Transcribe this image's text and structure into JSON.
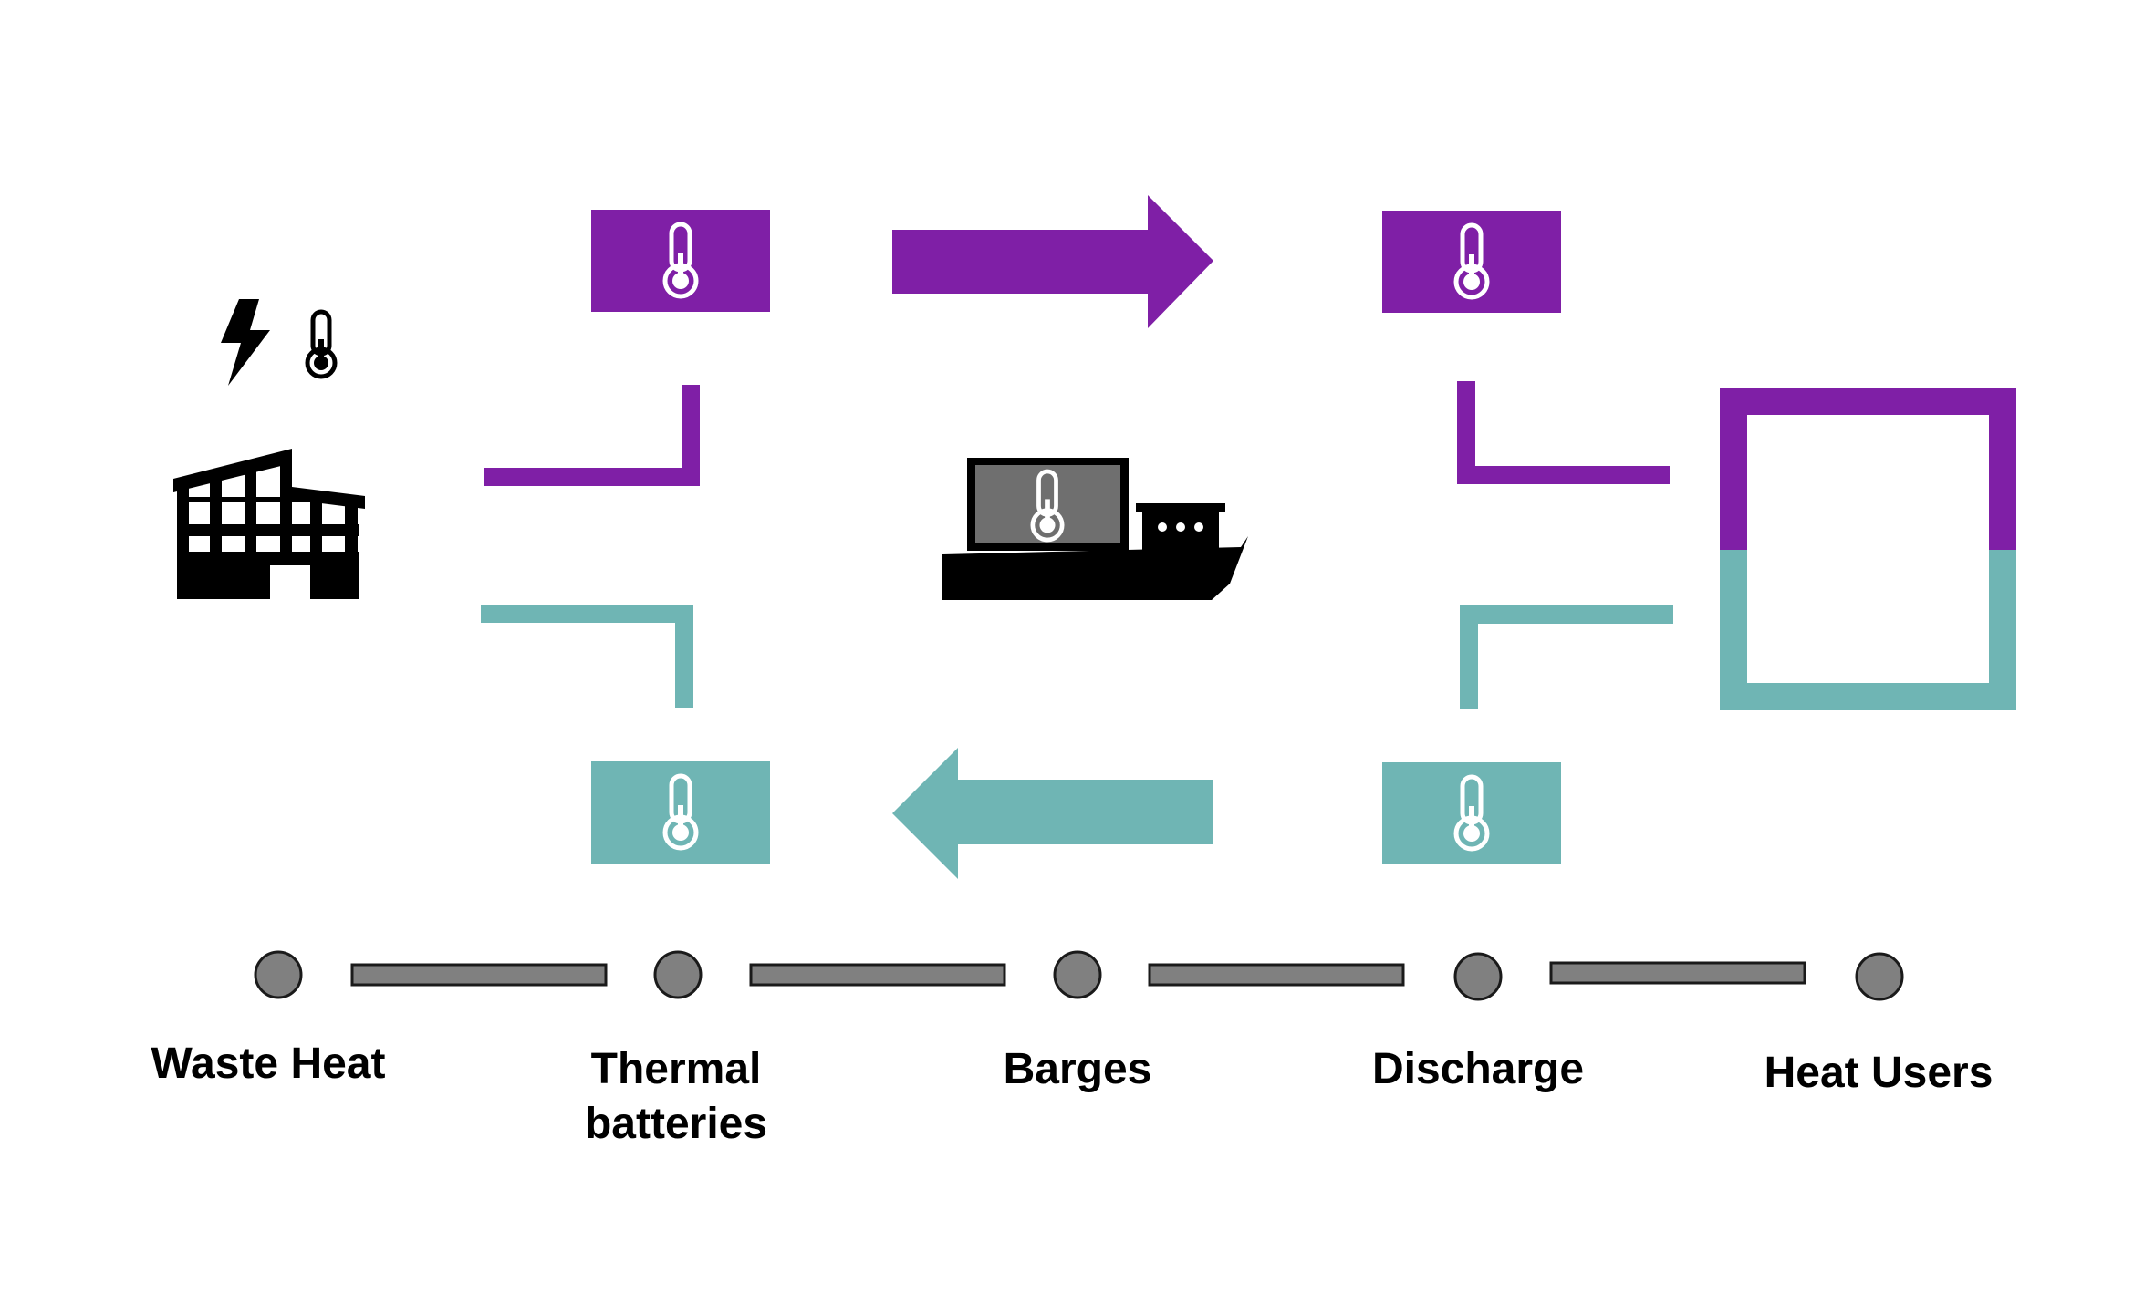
{
  "colors": {
    "hot": "#7F1FA6",
    "cold": "#6FB5B4",
    "node": "#808080",
    "outline": "#1a1a1a",
    "icon": "#000000",
    "background": "#ffffff"
  },
  "icons": [
    "lightning-icon",
    "thermometer-icon",
    "factory-icon",
    "barge-icon",
    "hot-arrow-icon",
    "cold-arrow-icon"
  ],
  "stages": [
    {
      "lines": [
        "Waste Heat"
      ]
    },
    {
      "lines": [
        "Thermal",
        "batteries"
      ]
    },
    {
      "lines": [
        "Barges"
      ]
    },
    {
      "lines": [
        "Discharge"
      ]
    },
    {
      "lines": [
        "Heat Users"
      ]
    }
  ]
}
